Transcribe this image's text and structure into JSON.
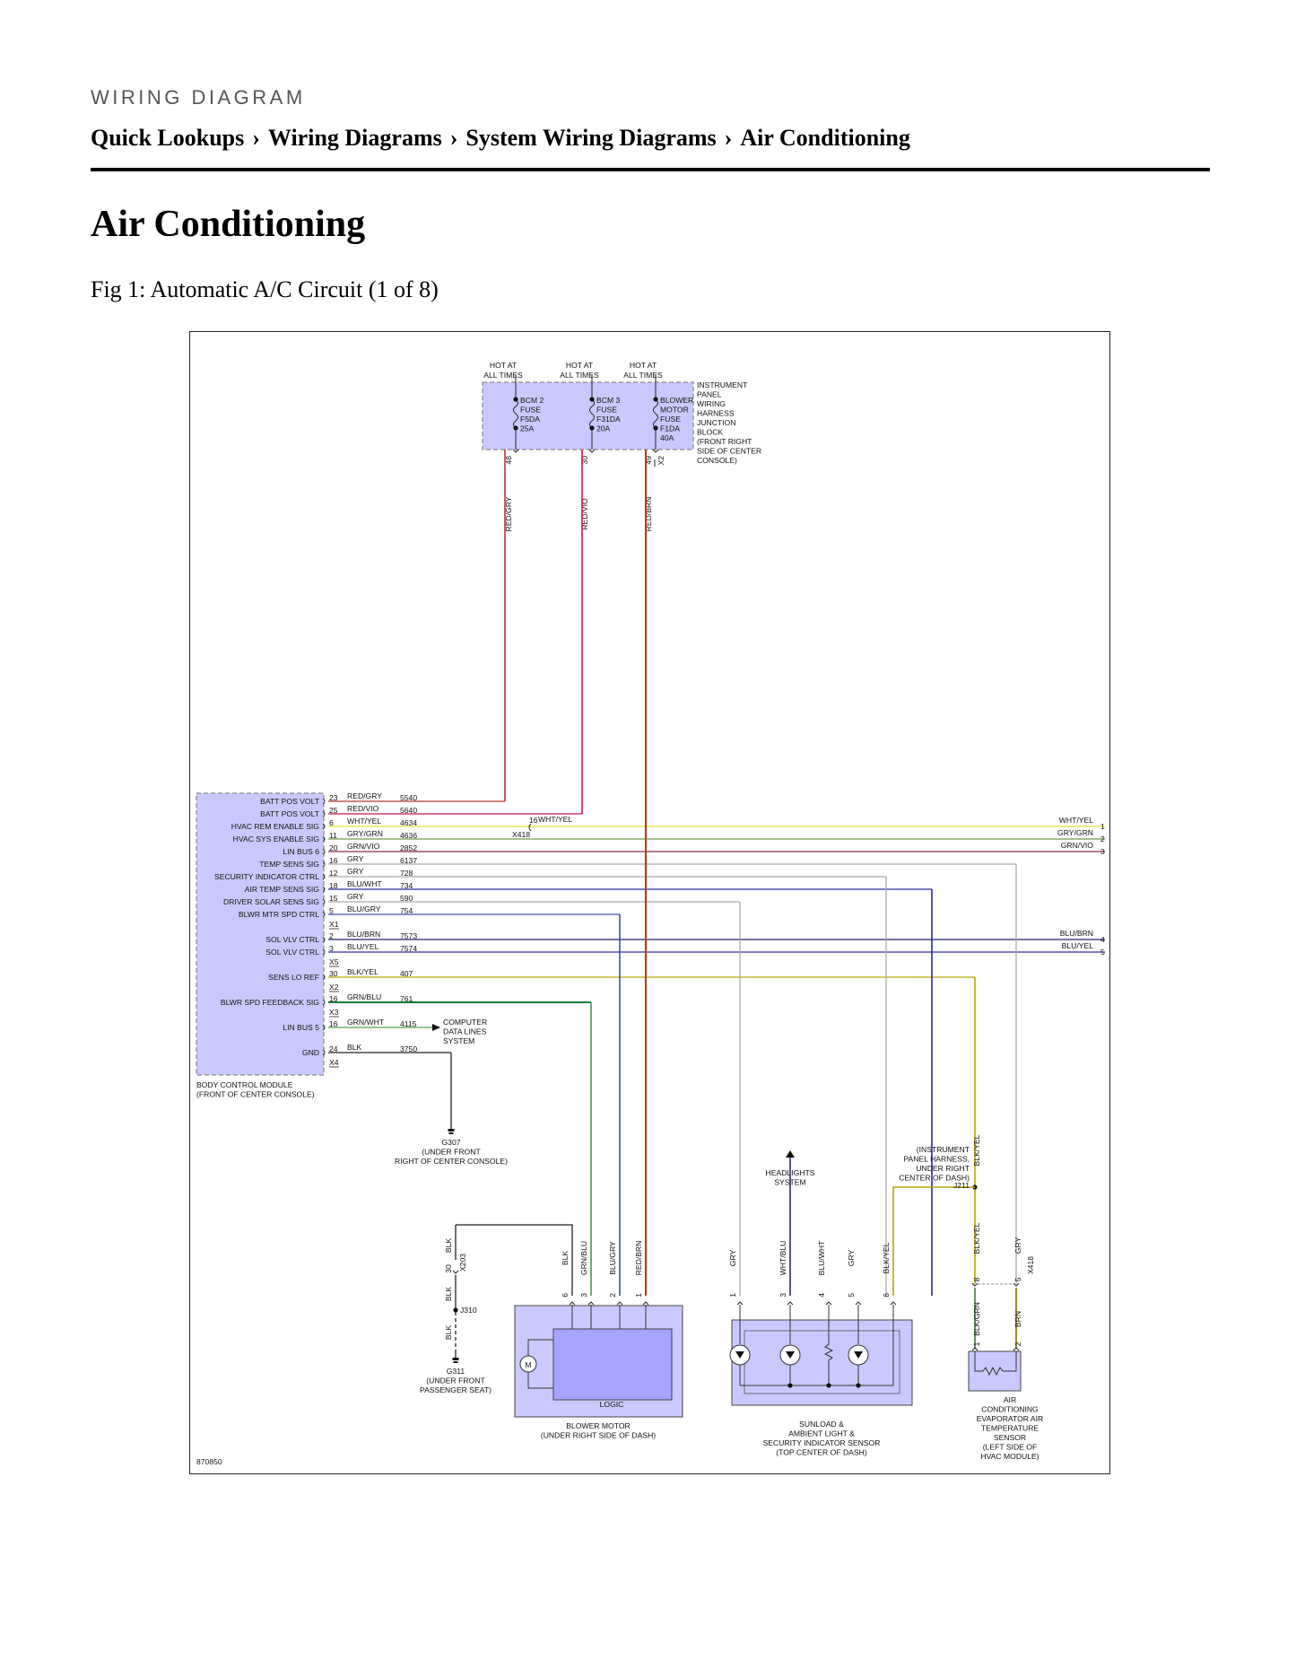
{
  "header": {
    "kicker": "WIRING DIAGRAM",
    "breadcrumb": [
      "Quick Lookups",
      "Wiring Diagrams",
      "System Wiring Diagrams",
      "Air Conditioning"
    ],
    "separator": "›"
  },
  "page_title": "Air Conditioning",
  "figure_caption": "Fig 1: Automatic A/C Circuit (1 of 8)",
  "diagram": {
    "figure_id": "870850",
    "colors": {
      "component_fill": "#c9c9ff",
      "logic_fill": "#a5a5ff",
      "dash": "#888888"
    },
    "fuse_block": {
      "label_lines": [
        "INSTRUMENT",
        "PANEL",
        "WIRING",
        "HARNESS",
        "JUNCTION",
        "BLOCK",
        "(FRONT RIGHT",
        "SIDE OF CENTER",
        "CONSOLE)"
      ],
      "hot_label": [
        "HOT AT",
        "ALL TIMES"
      ],
      "connector": "X2",
      "fuses": [
        {
          "lines": [
            "BCM 2",
            "FUSE",
            "F5DA",
            "25A"
          ],
          "pin": "48",
          "wire_color": "RED/GRY"
        },
        {
          "lines": [
            "BCM 3",
            "FUSE",
            "F31DA",
            "20A"
          ],
          "pin": "30",
          "wire_color": "RED/VIO"
        },
        {
          "lines": [
            "BLOWER",
            "MOTOR",
            "FUSE",
            "F1DA",
            "40A"
          ],
          "pin": "49",
          "wire_color": "RED/BRN"
        }
      ]
    },
    "bcm": {
      "label_lines": [
        "BODY CONTROL MODULE",
        "(FRONT OF CENTER CONSOLE)"
      ],
      "pins": [
        {
          "name": "BATT POS VOLT",
          "pin": "23",
          "color": "RED/GRY",
          "circuit": "5540"
        },
        {
          "name": "BATT POS VOLT",
          "pin": "25",
          "color": "RED/VIO",
          "circuit": "5640"
        },
        {
          "name": "HVAC REM ENABLE SIG",
          "pin": "6",
          "color": "WHT/YEL",
          "circuit": "4634"
        },
        {
          "name": "HVAC SYS ENABLE SIG",
          "pin": "11",
          "color": "GRY/GRN",
          "circuit": "4636"
        },
        {
          "name": "LIN BUS 6",
          "pin": "20",
          "color": "GRN/VIO",
          "circuit": "2852"
        },
        {
          "name": "TEMP SENS SIG",
          "pin": "16",
          "color": "GRY",
          "circuit": "6137"
        },
        {
          "name": "SECURITY INDICATOR CTRL",
          "pin": "12",
          "color": "GRY",
          "circuit": "728"
        },
        {
          "name": "AIR TEMP SENS SIG",
          "pin": "18",
          "color": "BLU/WHT",
          "circuit": "734"
        },
        {
          "name": "DRIVER SOLAR SENS SIG",
          "pin": "15",
          "color": "GRY",
          "circuit": "590"
        },
        {
          "name": "BLWR MTR SPD CTRL",
          "pin": "5",
          "color": "BLU/GRY",
          "circuit": "754"
        },
        {
          "name": "SOL VLV CTRL",
          "pin": "2",
          "color": "BLU/BRN",
          "circuit": "7573"
        },
        {
          "name": "SOL VLV CTRL",
          "pin": "3",
          "color": "BLU/YEL",
          "circuit": "7574"
        },
        {
          "name": "SENS LO REF",
          "pin": "30",
          "color": "BLK/YEL",
          "circuit": "407"
        },
        {
          "name": "BLWR SPD FEEDBACK SIG",
          "pin": "16",
          "color": "GRN/BLU",
          "circuit": "761"
        },
        {
          "name": "LIN BUS 5",
          "pin": "16",
          "color": "GRN/WHT",
          "circuit": "4115"
        },
        {
          "name": "GND",
          "pin": "24",
          "color": "BLK",
          "circuit": "3750"
        }
      ],
      "connectors": [
        "X1",
        "X5",
        "X2",
        "X3",
        "X4"
      ]
    },
    "inline_connector": {
      "name": "X418",
      "pin": "16",
      "wire_color": "WHT/YEL"
    },
    "offpage": [
      {
        "label": "WHT/YEL",
        "ref": "1"
      },
      {
        "label": "GRY/GRN",
        "ref": "2"
      },
      {
        "label": "GRN/VIO",
        "ref": "3"
      },
      {
        "label": "BLU/BRN",
        "ref": "4"
      },
      {
        "label": "BLU/YEL",
        "ref": "5"
      }
    ],
    "computer_data_lines": [
      "COMPUTER",
      "DATA LINES",
      "SYSTEM"
    ],
    "ground_g307": [
      "G307",
      "(UNDER FRONT",
      "RIGHT OF CENTER CONSOLE)"
    ],
    "ground_g311": [
      "G311",
      "(UNDER FRONT",
      "PASSENGER SEAT)"
    ],
    "ground_path": {
      "pin": "30",
      "wire_color": "BLK",
      "connector": "X203",
      "splice": "J310"
    },
    "blower_motor": {
      "label_lines": [
        "BLOWER MOTOR",
        "(UNDER RIGHT SIDE OF DASH)"
      ],
      "logic_label": "LOGIC",
      "motor_symbol": "M",
      "pins": [
        {
          "pin": "6",
          "color": "BLK"
        },
        {
          "pin": "3",
          "color": "GRN/BLU"
        },
        {
          "pin": "2",
          "color": "BLU/GRY"
        },
        {
          "pin": "1",
          "color": "RED/BRN"
        }
      ]
    },
    "headlights": [
      "HEADLIGHTS",
      "SYSTEM"
    ],
    "sunload_sensor": {
      "label_lines": [
        "SUNLOAD &",
        "AMBIENT LIGHT &",
        "SECURITY INDICATOR SENSOR",
        "(TOP CENTER OF DASH)"
      ],
      "pins": [
        {
          "pin": "1",
          "color": "GRY"
        },
        {
          "pin": "3",
          "color": "WHT/BLU"
        },
        {
          "pin": "4",
          "color": "BLU/WHT"
        },
        {
          "pin": "5",
          "color": "GRY"
        },
        {
          "pin": "6",
          "color": "BLK/YEL"
        }
      ]
    },
    "splice_j211": {
      "name": "J211",
      "label_lines": [
        "(INSTRUMENT",
        "PANEL HARNESS,",
        "UNDER RIGHT",
        "CENTER OF DASH)"
      ],
      "wire_color": "BLK/YEL"
    },
    "evap_sensor": {
      "label_lines": [
        "AIR",
        "CONDITIONING",
        "EVAPORATOR AIR",
        "TEMPERATURE",
        "SENSOR",
        "(LEFT SIDE OF",
        "HVAC MODULE)"
      ],
      "connector": "X418",
      "upper_pins": [
        {
          "pin": "8",
          "color": "BLK/YEL"
        },
        {
          "pin": "5",
          "color": "GRY"
        }
      ],
      "lower_pins": [
        {
          "pin": "1",
          "color": "BLK/GRN"
        },
        {
          "pin": "2",
          "color": "BRN"
        }
      ]
    }
  }
}
